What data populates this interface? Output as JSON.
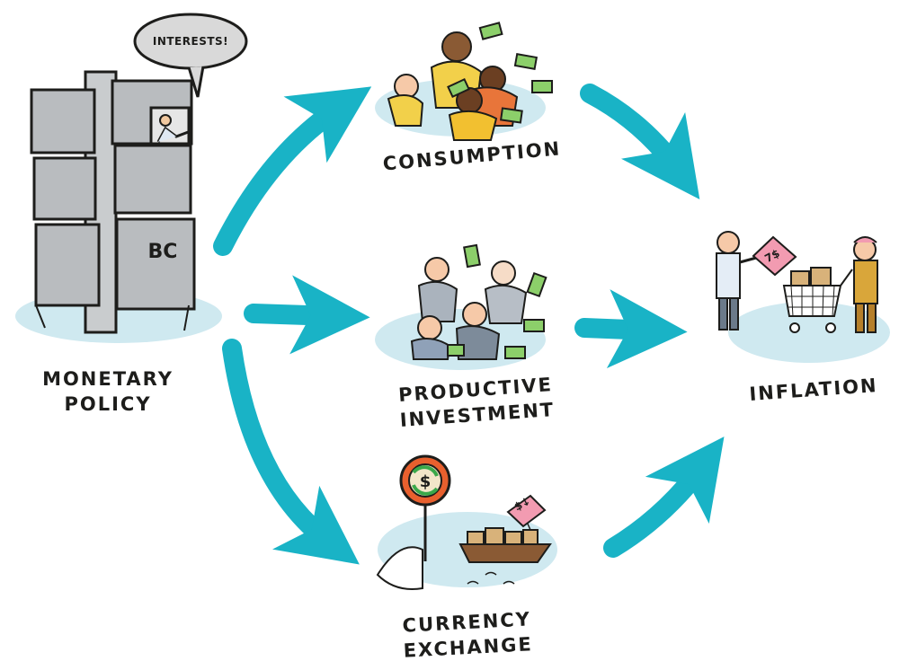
{
  "nodes": {
    "monetary_policy": [
      "MONETARY",
      "POLICY"
    ],
    "consumption": [
      "CONSUMPTION"
    ],
    "productive_investment": [
      "PRODUCTIVE",
      "INVESTMENT"
    ],
    "currency_exchange": [
      "CURRENCY",
      "EXCHANGE"
    ],
    "inflation": [
      "INFLATION"
    ]
  },
  "illustration_text": {
    "speech_bubble": "INTERESTS!",
    "building_sign": "BC",
    "price_tag": "7$",
    "ship_tag": "$↓"
  },
  "edges": [
    {
      "from": "MONETARY POLICY",
      "to": "CONSUMPTION"
    },
    {
      "from": "MONETARY POLICY",
      "to": "PRODUCTIVE INVESTMENT"
    },
    {
      "from": "MONETARY POLICY",
      "to": "CURRENCY EXCHANGE"
    },
    {
      "from": "CONSUMPTION",
      "to": "INFLATION"
    },
    {
      "from": "PRODUCTIVE INVESTMENT",
      "to": "INFLATION"
    },
    {
      "from": "CURRENCY EXCHANGE",
      "to": "INFLATION"
    }
  ],
  "colors": {
    "arrow": "#19b3c6",
    "platform": "#cfe9f0",
    "building": "#b9bcbf",
    "money": "#8ccf6a",
    "tag": "#f29bb1",
    "ink": "#1d1d1b"
  }
}
